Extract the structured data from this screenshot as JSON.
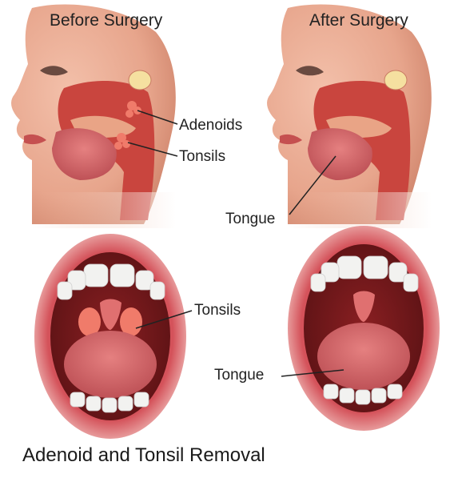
{
  "headings": {
    "before": "Before Surgery",
    "after": "After Surgery"
  },
  "labels": {
    "adenoids": "Adenoids",
    "tonsils_profile": "Tonsils",
    "tongue_profile": "Tongue",
    "tonsils_mouth": "Tonsils",
    "tongue_mouth": "Tongue"
  },
  "caption": "Adenoid and Tonsil Removal",
  "colors": {
    "skin": "#e7a58c",
    "skin_shadow": "#c97c63",
    "tissue": "#c9453e",
    "tissue_dark": "#8e2320",
    "tongue": "#d96a6a",
    "tooth": "#f2f2f0",
    "adenoid_tonsil": "#f07b6a",
    "lip": "#d4525a"
  }
}
